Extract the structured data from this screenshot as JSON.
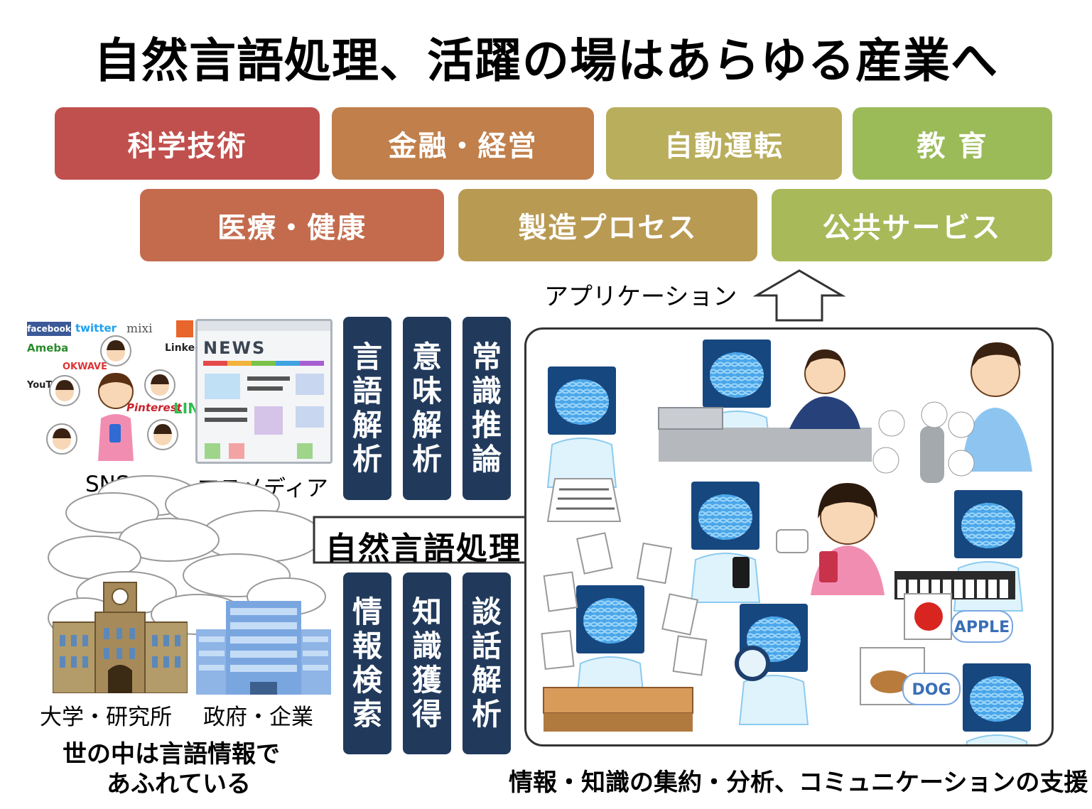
{
  "title": "自然言語処理、活躍の場はあらゆる産業へ",
  "industries_row1": [
    "科学技術",
    "金融・経営",
    "自動運転",
    "教 育"
  ],
  "industries_row2": [
    "医療・健康",
    "製造プロセス",
    "公共サービス"
  ],
  "application_label": "アプリケーション",
  "tasks_top": [
    "言語解析",
    "意味解析",
    "常識推論"
  ],
  "tasks_bottom": [
    "情報検索",
    "知識獲得",
    "談話解析"
  ],
  "nlp_label": "自然言語処理",
  "sources": {
    "sns": "SNS",
    "mass_media": "マスメディア",
    "university": "大学・研究所",
    "government": "政府・企業",
    "news_logo": "NEWS",
    "sns_logos": [
      "facebook",
      "twitter",
      "mixi",
      "Ameba",
      "Linked",
      "YouTube",
      "OKWAVE",
      "Pinterest",
      "LINE"
    ]
  },
  "caption_left_line1": "世の中は言語情報で",
  "caption_left_line2": "あふれている",
  "caption_right": "情報・知識の集約・分析、コミュニケーションの支援",
  "illustration_labels": {
    "apple": "APPLE",
    "dog": "DOG"
  },
  "colors": {
    "kagaku": "#c0504d",
    "kinyu": "#c07f4b",
    "jidou": "#b9ae5c",
    "kyoiku": "#9bbb59",
    "iryo": "#c46b4e",
    "seizo": "#b99a53",
    "kokyo": "#a8b95a",
    "task_box": "#213a5c"
  }
}
